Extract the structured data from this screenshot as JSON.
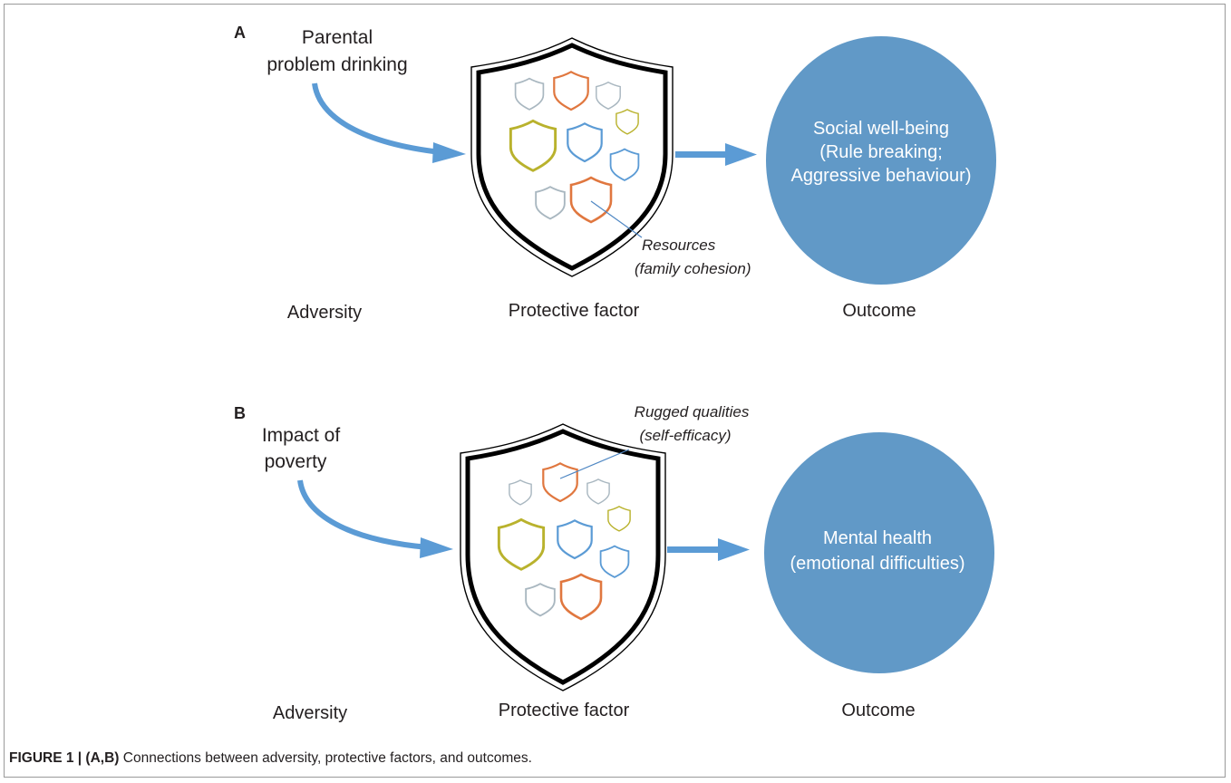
{
  "caption": {
    "figure_label": "FIGURE 1 | (A,B)",
    "text": "Connections between adversity, protective factors, and outcomes."
  },
  "colors": {
    "arrow": "#5b9bd5",
    "outcome_fill": "#6199c7",
    "shield_outline": "#000000",
    "orange": "#e0773f",
    "blue": "#5b9bd5",
    "olive": "#b9b22d",
    "gray": "#a9b7c0"
  },
  "panel_a": {
    "letter": "A",
    "adversity_text": [
      "Parental",
      "problem drinking"
    ],
    "annotation": [
      "Resources",
      "(family cohesion)"
    ],
    "outcome_text": [
      "Social well-being",
      "(Rule breaking;",
      "Aggressive behaviour)"
    ],
    "stage_adversity": "Adversity",
    "stage_protective": "Protective factor",
    "stage_outcome": "Outcome"
  },
  "panel_b": {
    "letter": "B",
    "adversity_text": [
      "Impact of",
      "poverty"
    ],
    "annotation": [
      "Rugged qualities",
      "(self-efficacy)"
    ],
    "outcome_text": [
      "Mental health",
      "(emotional difficulties)"
    ],
    "stage_adversity": "Adversity",
    "stage_protective": "Protective factor",
    "stage_outcome": "Outcome"
  }
}
